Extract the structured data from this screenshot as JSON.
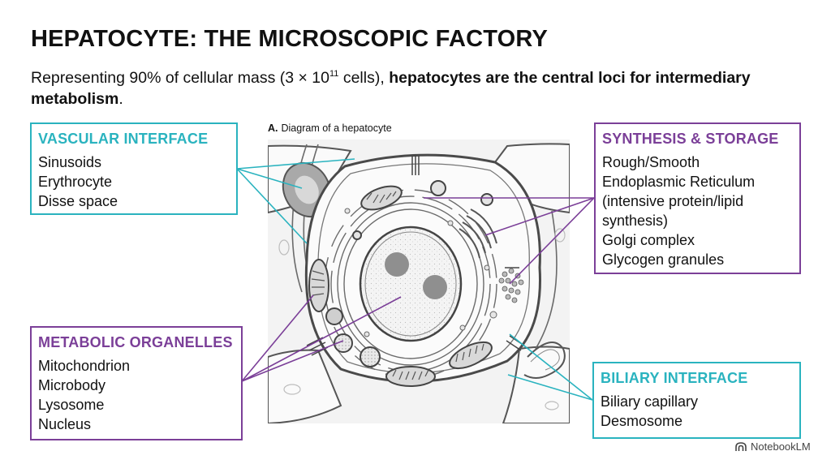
{
  "header": {
    "title": "HEPATOCYTE: THE MICROSCOPIC FACTORY",
    "subtitle_plain_1": "Representing 90% of cellular mass (3 × 10",
    "subtitle_sup": "11",
    "subtitle_plain_2": " cells), ",
    "subtitle_bold": "hepatocytes are the central loci for intermediary metabolism",
    "subtitle_end": "."
  },
  "diagram": {
    "caption_letter": "A.",
    "caption_text": "Diagram of a hepatocyte"
  },
  "boxes": {
    "vascular": {
      "title": "VASCULAR INTERFACE",
      "items": [
        "Sinusoids",
        "Erythrocyte",
        "Disse space"
      ]
    },
    "synthesis": {
      "title": "SYNTHESIS & STORAGE",
      "items": [
        "Rough/Smooth",
        "Endoplasmic Reticulum",
        "(intensive protein/lipid",
        "synthesis)",
        "Golgi complex",
        "Glycogen granules"
      ]
    },
    "metabolic": {
      "title": "METABOLIC ORGANELLES",
      "items": [
        "Mitochondrion",
        "Microbody",
        "Lysosome",
        "Nucleus"
      ]
    },
    "biliary": {
      "title": "BILIARY INTERFACE",
      "items": [
        "Biliary capillary",
        "Desmosome"
      ]
    }
  },
  "branding": {
    "icon": "notebooklm-icon",
    "label": "NotebookLM"
  },
  "colors": {
    "teal": "#2ab3bf",
    "purple": "#7b3f98",
    "text": "#111111"
  }
}
